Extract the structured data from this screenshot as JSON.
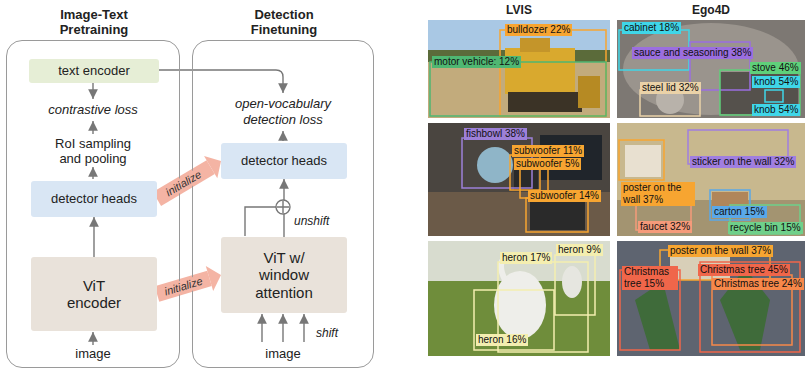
{
  "diagram": {
    "nodes": [
      {
        "text": [
          "Image-Text Pretraining"
        ]
      },
      {
        "text": [
          "text encoder"
        ],
        "in": 0
      },
      {
        "text": [
          "detector heads"
        ],
        "in": 0
      },
      {
        "text": [
          "ViT encoder"
        ],
        "in": 0
      },
      {
        "text": [
          "Detection Finetuning"
        ]
      },
      {
        "text": [
          "detector heads"
        ],
        "in": 4
      },
      {
        "text": [
          "ViT w/ window attention"
        ],
        "in": 4
      }
    ],
    "edges": [
      {
        "from": 3,
        "to": 2,
        "arrow": "to"
      },
      {
        "from": 2,
        "to": 5,
        "label": "initialize",
        "arrow": "to"
      },
      {
        "from": 3,
        "to": 6,
        "label": "initialize",
        "arrow": "to"
      },
      {
        "from": 6,
        "to": 5,
        "arrow": "to"
      }
    ],
    "labels": [
      "contrastive loss",
      "RoI sampling and pooling",
      "image",
      "open-vocabulary detection loss",
      "unshift",
      "shift",
      "image",
      "LVIS",
      "Ego4D",
      "bulldozer 22%",
      "motor vehicle: 12%",
      "fishbowl 38%",
      "subwoofer 11%",
      "subwoofer 5%",
      "subwoofer 14%",
      "heron 9%",
      "heron 17%",
      "heron 16%",
      "cabinet 18%",
      "sauce and seasoning 38%",
      "stove 46%",
      "steel lid 32%",
      "knob 54%",
      "knob 54%",
      "sticker on the wall 32%",
      "poster on the wall 37%",
      "carton 15%",
      "faucet 32%",
      "recycle bin 15%",
      "poster on the wall 37%",
      "Christmas tree 45%",
      "Christmas tree 15%",
      "Christmas tree 24%"
    ]
  }
}
